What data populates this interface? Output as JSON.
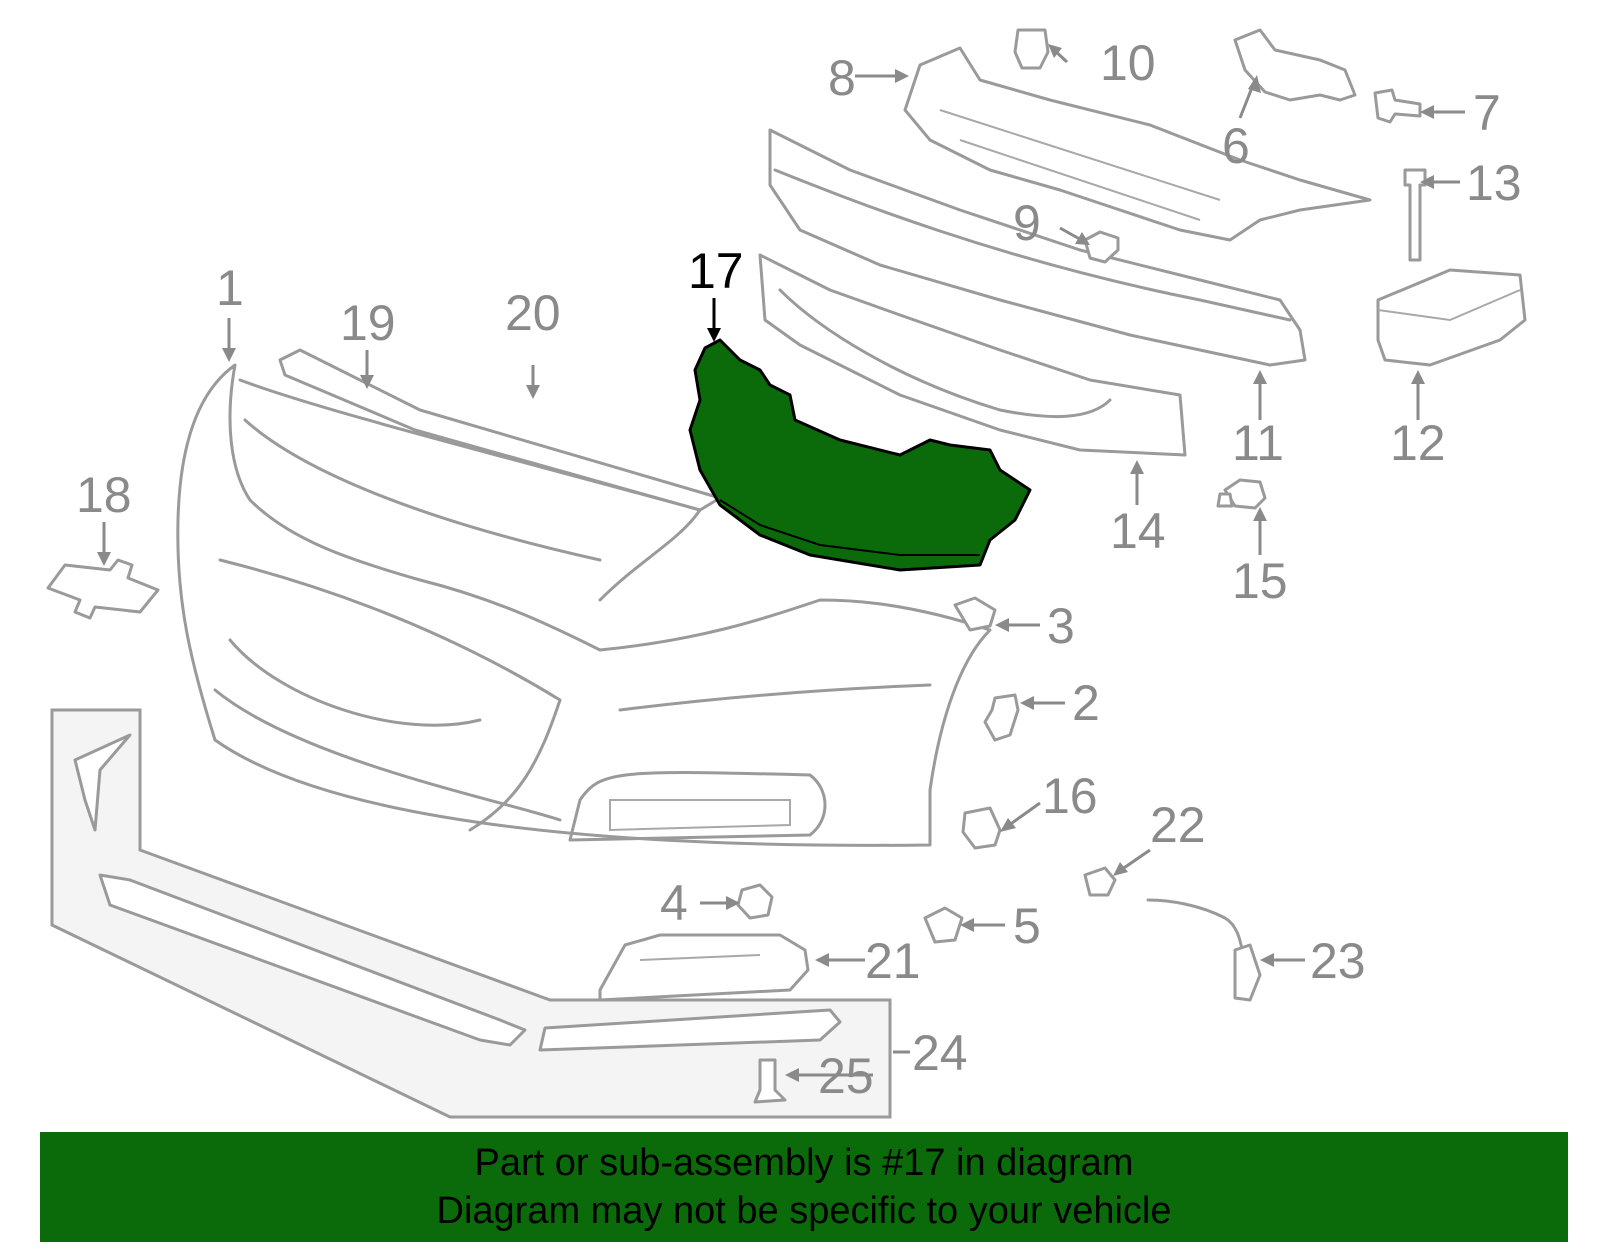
{
  "colors": {
    "highlight_fill": "#0b6b0b",
    "banner_fill": "#0b6b0b",
    "line_gray": "#9a9a9a",
    "label_gray": "#8a8a8a",
    "highlight_label": "#000000"
  },
  "callouts": {
    "c1": "1",
    "c2": "2",
    "c3": "3",
    "c4": "4",
    "c5": "5",
    "c6": "6",
    "c7": "7",
    "c8": "8",
    "c9": "9",
    "c10": "10",
    "c11": "11",
    "c12": "12",
    "c13": "13",
    "c14": "14",
    "c15": "15",
    "c16": "16",
    "c17": "17",
    "c18": "18",
    "c19": "19",
    "c20": "20",
    "c21": "21",
    "c22": "22",
    "c23": "23",
    "c24": "24",
    "c25": "25"
  },
  "highlighted_part": "17",
  "banner": {
    "line1": "Part or sub-assembly is #17 in diagram",
    "line2": "Diagram may not be specific to your vehicle"
  }
}
